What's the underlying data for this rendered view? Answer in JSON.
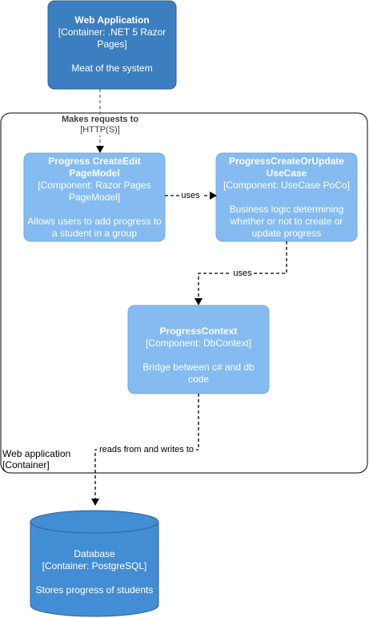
{
  "colors": {
    "container_fill": "#3C7FC0",
    "container_stroke": "#2E6295",
    "component_fill": "#85BBF0",
    "component_stroke": "#78A8D8",
    "database_fill": "#438DD5",
    "boundary_stroke": "#000000",
    "edge": "#707070"
  },
  "nodes": {
    "web_application": {
      "title": "Web Application",
      "tech": "[Container: .NET 5 Razor Pages]",
      "desc": "Meat of the system"
    },
    "progress_create_edit": {
      "title": "Progress CreateEdit PageModel",
      "tech": "[Component: Razor Pages PageModel]",
      "desc": "Allows users to add progress to a student in a group"
    },
    "progress_usecase": {
      "title": "ProgressCreateOrUpdate UseCase",
      "tech": "[Component: UseCase PoCo]",
      "desc": "Business logic determining whether or not to create or update progress"
    },
    "progress_context": {
      "title": "ProgressContext",
      "tech": "[Component: DbContext]",
      "desc": "Bridge between c# and db code"
    },
    "database": {
      "title": "Database",
      "tech": "[Container: PostgreSQL]",
      "desc": "Stores progress of students"
    }
  },
  "boundary": {
    "name": "Web application",
    "type": "[Container]"
  },
  "edges": {
    "webapp_to_pagemodel": {
      "label": "Makes requests to",
      "tech": "[HTTP(S)]"
    },
    "pagemodel_to_usecase": {
      "label": "uses"
    },
    "usecase_to_context": {
      "label": "uses"
    },
    "context_to_database": {
      "label": "reads from and writes to"
    }
  }
}
